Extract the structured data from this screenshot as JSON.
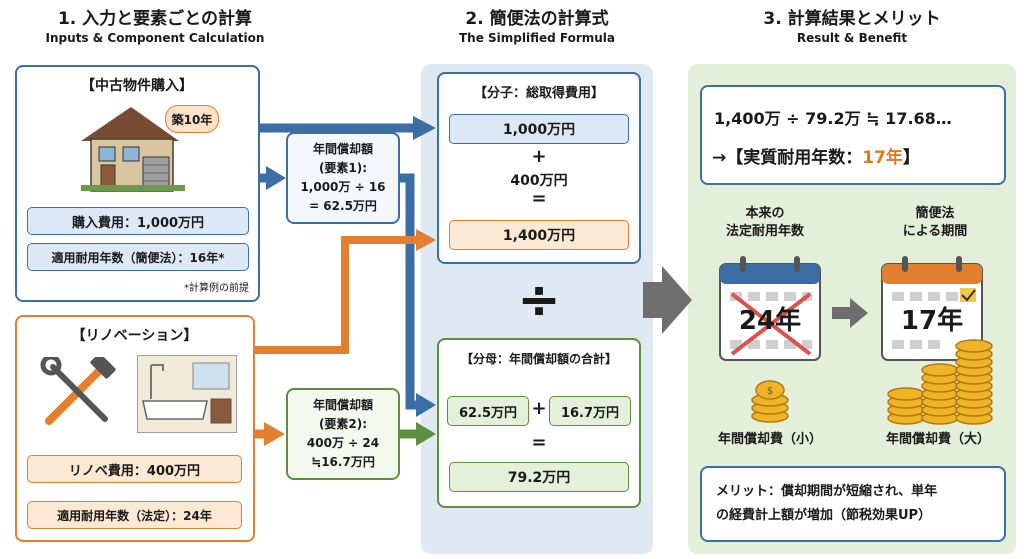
{
  "columns": [
    {
      "title": "1. 入力と要素ごとの計算",
      "subtitle": "Inputs & Component Calculation"
    },
    {
      "title": "2. 簡便法の計算式",
      "subtitle": "The Simplified Formula"
    },
    {
      "title": "3. 計算結果とメリット",
      "subtitle": "Result & Benefit"
    }
  ],
  "input_used": {
    "title": "【中古物件購入】",
    "badge": "築10年",
    "cost": "購入費用：1,000万円",
    "life": "適用耐用年数（簡便法）：16年*",
    "note": "*計算例の前提"
  },
  "input_reno": {
    "title": "【リノベーション】",
    "cost": "リノベ費用：400万円",
    "life": "適用耐用年数（法定）：24年"
  },
  "calc1": {
    "lines": [
      "年間償却額",
      "(要素1):",
      "1,000万 ÷ 16",
      "= 62.5万円"
    ]
  },
  "calc2": {
    "lines": [
      "年間償却額",
      "(要素2):",
      "400万 ÷ 24",
      "≒16.7万円"
    ]
  },
  "numerator": {
    "title": "【分子：総取得費用】",
    "a": "1,000万円",
    "plus": "+",
    "b": "400万円",
    "eq": "=",
    "sum": "1,400万円"
  },
  "divide": "÷",
  "denominator": {
    "title": "【分母：年間償却額の合計】",
    "a": "62.5万円",
    "plus": "+",
    "b": "16.7万円",
    "eq": "=",
    "sum": "79.2万円"
  },
  "result": {
    "formula": "1,400万 ÷ 79.2万 ≒ 17.68…",
    "prefix": "→【実質耐用年数：",
    "value": "17年",
    "suffix": "】"
  },
  "compare": {
    "left_caption": [
      "本来の",
      "法定耐用年数"
    ],
    "left_value": "24年",
    "left_label": "年間償却費（小）",
    "right_caption": [
      "簡便法",
      "による期間"
    ],
    "right_value": "17年",
    "right_label": "年間償却費（大）"
  },
  "merit": {
    "lines": [
      "メリット：償却期間が短縮され、単年",
      "の経費計上額が増加（節税効果UP）"
    ]
  },
  "colors": {
    "blue": "#3a6ea5",
    "blue_light": "#dce8f5",
    "orange": "#e37f2e",
    "orange_light": "#fde8d4",
    "green": "#5e8f3f",
    "green_light": "#e5f0db",
    "col2_bg": "#dfe9f3",
    "col3_bg": "#e3efd9",
    "accent": "#e07a1f",
    "gray_arrow": "#6e6e6e"
  }
}
